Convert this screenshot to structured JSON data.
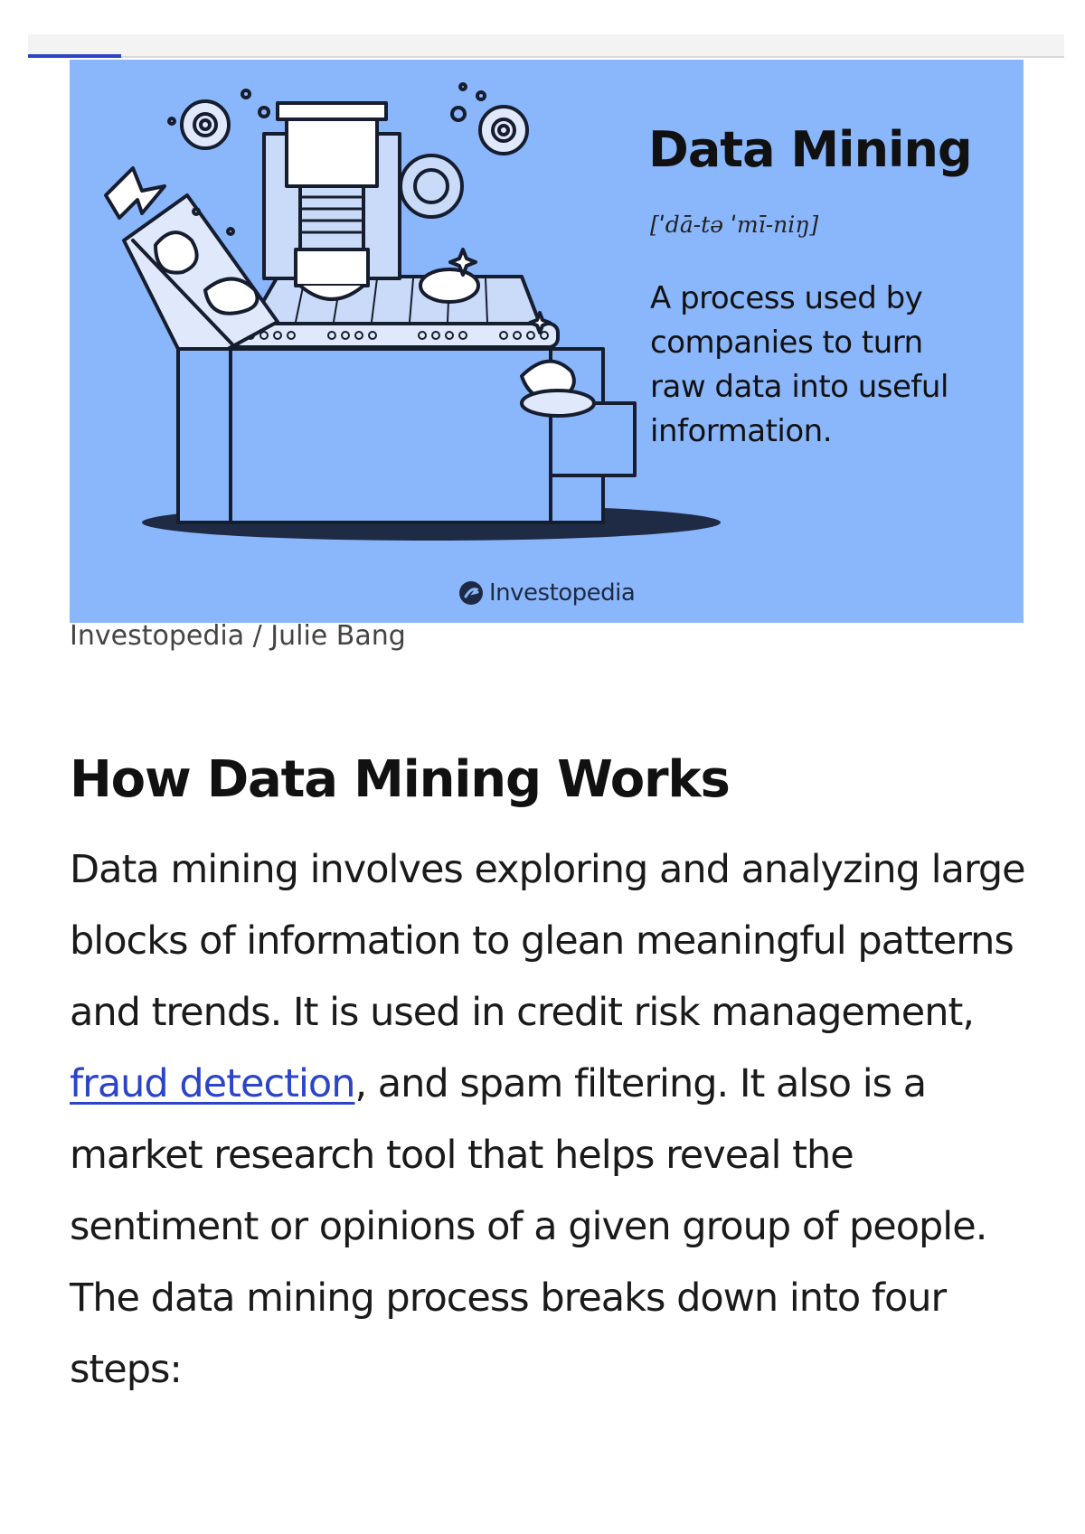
{
  "progress": {
    "fraction": 0.09
  },
  "figure": {
    "title": "Data Mining",
    "pronunciation": "[ˈdā-tə ˈmī-niŋ]",
    "definition": "A process used by companies to turn raw data into useful information.",
    "brand": "Investopedia",
    "background_color": "#8ab6fb"
  },
  "caption": "Investopedia / Julie Bang",
  "section": {
    "heading": "How Data Mining Works",
    "paragraph_before_link": "Data mining involves exploring and analyzing large blocks of information to glean meaningful patterns and trends. It is used in credit risk management, ",
    "link_text": "fraud detection",
    "paragraph_after_link": ", and spam filtering. It also is a market research tool that helps reveal the sentiment or opinions of a given group of people. The data mining process breaks down into four steps:"
  },
  "colors": {
    "link": "#2b44c8",
    "progress": "#2b44c8"
  }
}
